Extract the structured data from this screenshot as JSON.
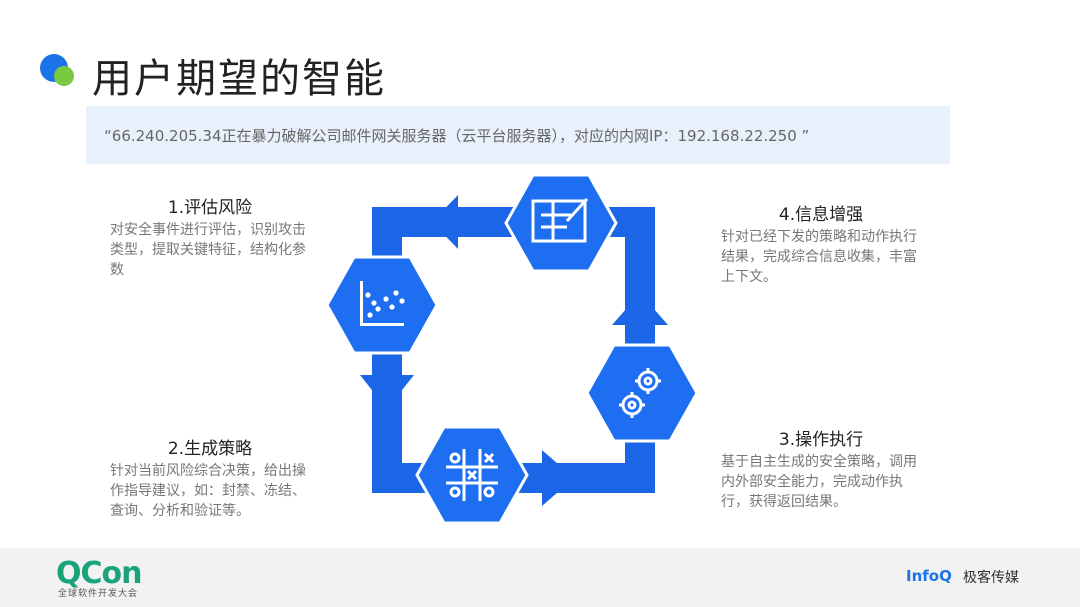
{
  "title": "用户期望的智能",
  "quote": "“66.240.205.34正在暴力破解公司邮件网关服务器（云平台服务器），对应的内网IP：192.168.22.250 ”",
  "steps": [
    {
      "title": "1.评估风险",
      "desc": "对安全事件进行评估，识别攻击类型，提取关键特征，结构化参数"
    },
    {
      "title": "2.生成策略",
      "desc": "针对当前风险综合决策，给出操作指导建议，如：封禁、冻结、查询、分析和验证等。"
    },
    {
      "title": "3.操作执行",
      "desc": "基于自主生成的安全策略，调用内外部安全能力，完成动作执行，获得返回结果。"
    },
    {
      "title": "4.信息增强",
      "desc": "针对已经下发的策略和动作执行结果，完成综合信息收集，丰富上下文。"
    }
  ],
  "icons": [
    "blueprint-icon",
    "scatter-chart-icon",
    "tic-tac-toe-icon",
    "gears-icon"
  ],
  "colors": {
    "accent_blue": "#1a73e8",
    "accent_green": "#7ac943",
    "hex_blue": "#1e6ef2"
  },
  "footer": {
    "qcon": "QCon",
    "qcon_sub": "全球软件开发大会",
    "infoq": "InfoQ",
    "jike": "极客传媒"
  }
}
